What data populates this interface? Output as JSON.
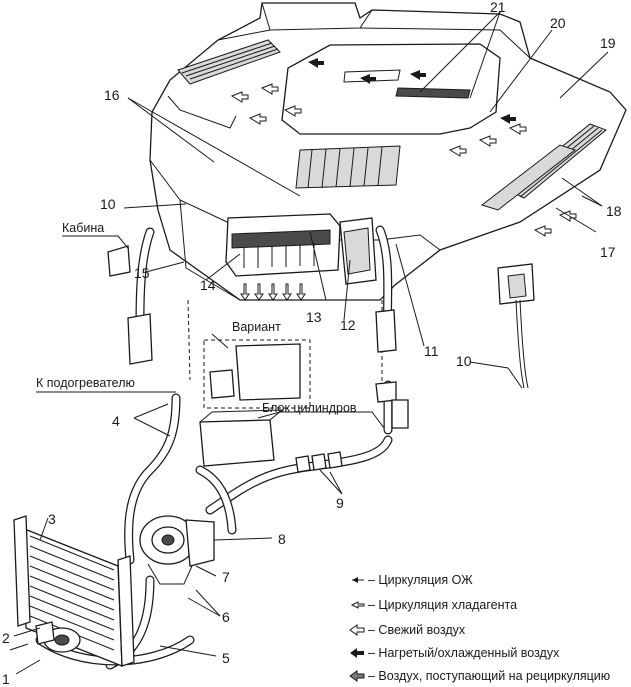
{
  "callouts": {
    "n1": "1",
    "n2": "2",
    "n3": "3",
    "n4": "4",
    "n5": "5",
    "n6": "6",
    "n7": "7",
    "n8": "8",
    "n9": "9",
    "n10a": "10",
    "n10b": "10",
    "n11": "11",
    "n12": "12",
    "n13": "13",
    "n14": "14",
    "n15": "15",
    "n16": "16",
    "n17": "17",
    "n18": "18",
    "n19": "19",
    "n20": "20",
    "n21": "21"
  },
  "labels": {
    "cabin": "Кабина",
    "variant": "Вариант",
    "to_heater": "К подогревателю",
    "engine_block": "Блок цилиндров"
  },
  "legend": [
    {
      "icon": "coolant-flow-arrow-icon",
      "text": "– Циркуляция ОЖ"
    },
    {
      "icon": "refrigerant-flow-arrow-icon",
      "text": "– Циркуляция хладагента"
    },
    {
      "icon": "fresh-air-arrow-icon",
      "text": "– Свежий воздух"
    },
    {
      "icon": "conditioned-air-arrow-icon",
      "text": "– Нагретый/охлажденный воздух"
    },
    {
      "icon": "recirculation-air-arrow-icon",
      "text": "– Воздух, поступающий на рециркуляцию"
    }
  ],
  "colors": {
    "ink": "#1a1a1a",
    "fill_grey": "#d9d9d9",
    "fill_dark": "#4a4a4a",
    "background": "#ffffff"
  }
}
